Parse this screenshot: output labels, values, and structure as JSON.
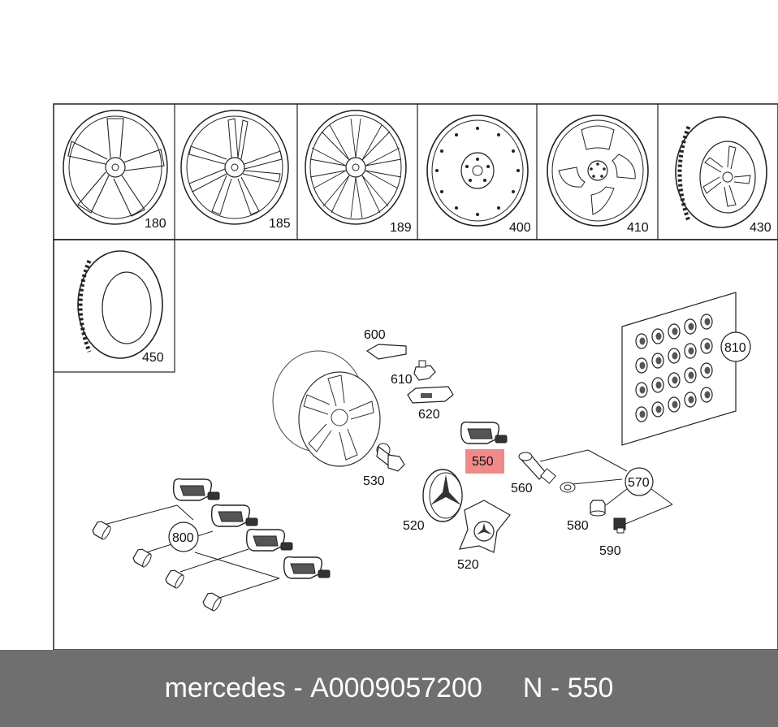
{
  "parts": {
    "p180": "180",
    "p185": "185",
    "p189": "189",
    "p400": "400",
    "p410": "410",
    "p430": "430",
    "p450": "450",
    "p600": "600",
    "p610": "610",
    "p620": "620",
    "p550": "550",
    "p530": "530",
    "p520a": "520",
    "p520b": "520",
    "p560": "560",
    "p570": "570",
    "p580": "580",
    "p590": "590",
    "p800": "800",
    "p810": "810"
  },
  "highlight_color": "#f08a8a",
  "footer": {
    "brand": "mercedes",
    "dash1": " - ",
    "part_number": "A0009057200",
    "n_label": "N",
    "dash2": " - ",
    "n_value": "550"
  }
}
